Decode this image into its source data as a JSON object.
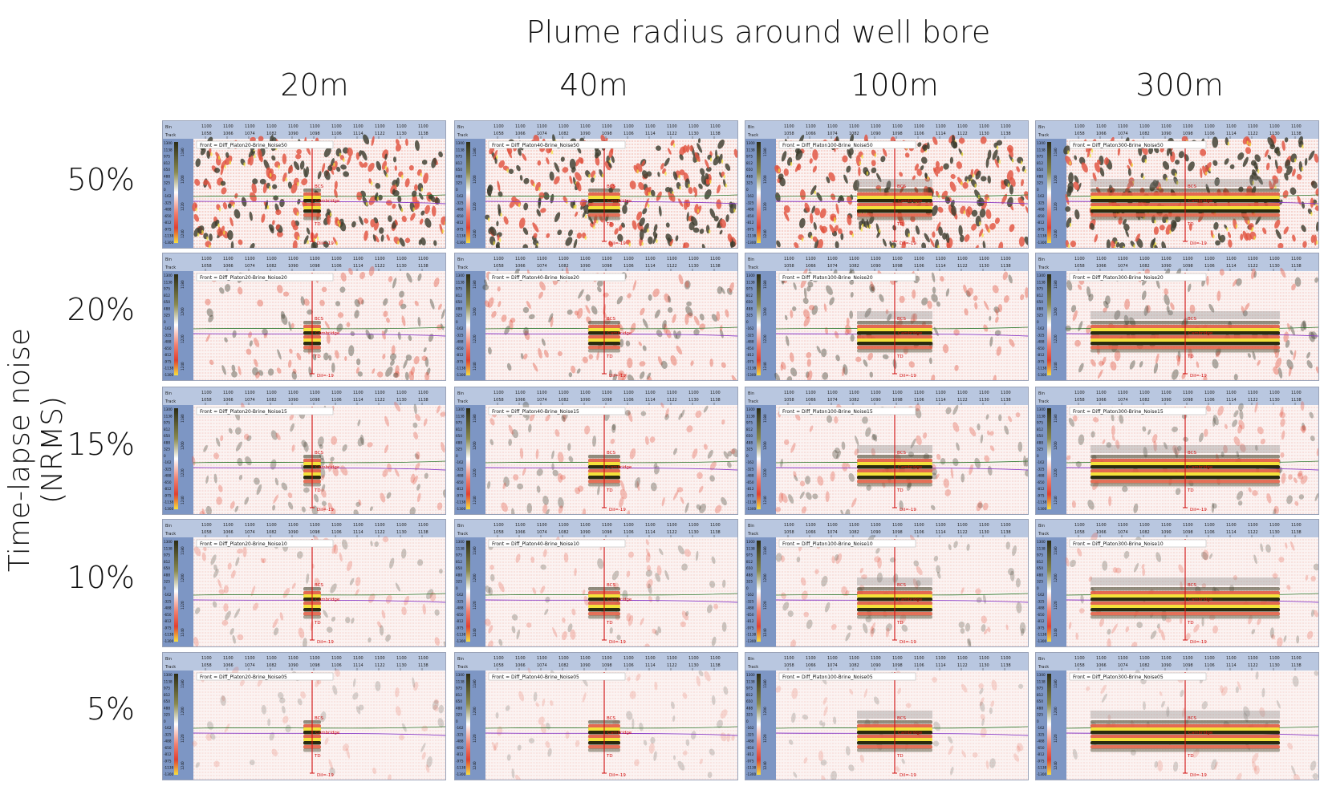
{
  "title": "Plume radius around well bore",
  "y_axis_title": "Time-lapse noise (NRMS)",
  "columns": [
    "20m",
    "40m",
    "100m",
    "300m"
  ],
  "rows": [
    "50%",
    "20%",
    "15%",
    "10%",
    "5%"
  ],
  "panel_header": {
    "bin_label": "Bin",
    "track_label": "Track",
    "bin_ticks": [
      "1100",
      "1100",
      "1100",
      "1100",
      "1100",
      "1100",
      "1100",
      "1100",
      "1100",
      "1100",
      "1100"
    ],
    "track_ticks": [
      "1058",
      "1066",
      "1074",
      "1082",
      "1090",
      "1098",
      "1106",
      "1114",
      "1122",
      "1130",
      "1138"
    ]
  },
  "colorbar_ticks": [
    "1300",
    "1138",
    "975",
    "812",
    "650",
    "488",
    "325",
    "0",
    "-162",
    "-325",
    "-488",
    "-650",
    "-812",
    "-975",
    "-1138",
    "-1300"
  ],
  "depth_ticks": [
    "1180",
    "1200",
    "1220",
    "1240"
  ],
  "horizon_labels": {
    "top": "BCS",
    "middle": "Cambridge",
    "td": "TD",
    "dil": "Dil=-19"
  },
  "panels": [
    [
      "Front = Diff_Platon20-Brine_Noise50",
      "Front = Diff_Platon40-Brine_Noise50",
      "Front = Diff_Platon100-Brine_Noise50",
      "Front = Diff_Platon300-Brine_Noise50"
    ],
    [
      "Front = Diff_Platon20-Brine_Noise20",
      "Front = Diff_Platon40-Brine_Noise20",
      "Front = Diff_Platon100-Brine_Noise20",
      "Front = Diff_Platon300-Brine_Noise20"
    ],
    [
      "Front = Diff_Platon20-Brine_Noise15",
      "Front = Diff_Platon40-Brine_Noise15",
      "Front = Diff_Platon100-Brine_Noise15",
      "Front = Diff_Platon300-Brine_Noise15"
    ],
    [
      "Front = Diff_Platon20-Brine_Noise10",
      "Front = Diff_Platon40-Brine_Noise10",
      "Front = Diff_Platon100-Brine_Noise10",
      "Front = Diff_Platon300-Brine_Noise10"
    ],
    [
      "Front = Diff_Platon20-Brine_Noise05",
      "Front = Diff_Platon40-Brine_Noise05",
      "Front = Diff_Platon100-Brine_Noise05",
      "Front = Diff_Platon300-Brine_Noise05"
    ]
  ],
  "noise_levels": [
    0.5,
    0.2,
    0.15,
    0.1,
    0.05
  ],
  "plume_radii_m": [
    20,
    40,
    100,
    300
  ],
  "colors": {
    "header_bg": "#b9c7e0",
    "colorbar_left": "#7d96c4",
    "well": "#d01010",
    "horizon_green": "#2f7a2f",
    "horizon_purple": "#8a3cc8",
    "plume_yellow": "#f4e23a",
    "plume_dark": "#2a2a10",
    "trace_red": "#e8604a"
  }
}
